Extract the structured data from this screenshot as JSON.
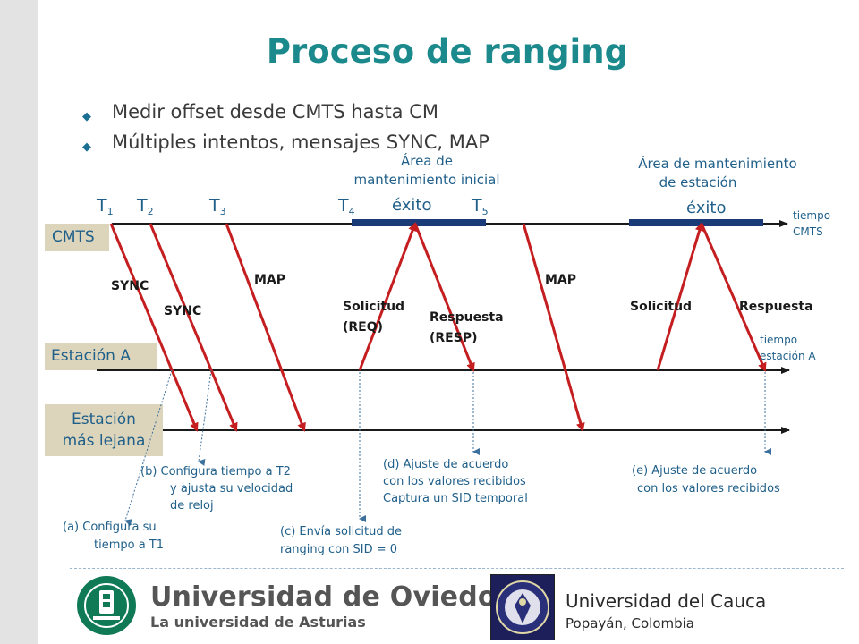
{
  "title": "Proceso de ranging",
  "bullets": [
    "Medir offset desde CMTS hasta CM",
    "Múltiples intentos, mensajes SYNC, MAP"
  ],
  "lanes": {
    "cmts": "CMTS",
    "station_a": "Estación A",
    "far_station_line1": "Estación",
    "far_station_line2": "más lejana"
  },
  "times": {
    "t1": "T",
    "t1_sub": "1",
    "t2": "T",
    "t2_sub": "2",
    "t3": "T",
    "t3_sub": "3",
    "t4": "T",
    "t4_sub": "4",
    "t5": "T",
    "t5_sub": "5",
    "exito1": "éxito",
    "exito2": "éxito"
  },
  "areas": {
    "initial_line1": "Área de",
    "initial_line2": "mantenimiento inicial",
    "station_line1": "Área de mantenimiento",
    "station_line2": "de estación"
  },
  "axis_labels": {
    "cmts_time_line1": "tiempo",
    "cmts_time_line2": "CMTS",
    "station_time_line1": "tiempo",
    "station_time_line2": "estación A"
  },
  "messages": {
    "sync1": "SYNC",
    "sync2": "SYNC",
    "map1": "MAP",
    "map2": "MAP",
    "req_line1": "Solicitud",
    "req_line2": "(REQ)",
    "resp_line1": "Respuesta",
    "resp_line2": "(RESP)",
    "solicitud": "Solicitud",
    "respuesta": "Respuesta"
  },
  "notes": {
    "a_line1": "(a) Configura su",
    "a_line2": "tiempo a T1",
    "b_line1": "(b) Configura tiempo a T2",
    "b_line2": "y ajusta su velocidad",
    "b_line3": "de reloj",
    "c_line1": "(c) Envía solicitud de",
    "c_line2": "ranging con SID = 0",
    "d_line1": "(d) Ajuste de acuerdo",
    "d_line2": "con los valores recibidos",
    "d_line3": "Captura un SID temporal",
    "e_line1": "(e) Ajuste de acuerdo",
    "e_line2": "con los valores recibidos"
  },
  "footer": {
    "oviedo_name": "Universidad de Oviedo",
    "oviedo_sub": "La universidad de Asturias",
    "cauca_name": "Universidad del Cauca",
    "cauca_sub": "Popayán, Colombia"
  },
  "colors": {
    "arrow": "#c41e20",
    "title": "#1c8a8c",
    "area_bar": "#1b3a78",
    "lane_tag": "#dcd5bb",
    "note_text": "#1f5f8a"
  }
}
